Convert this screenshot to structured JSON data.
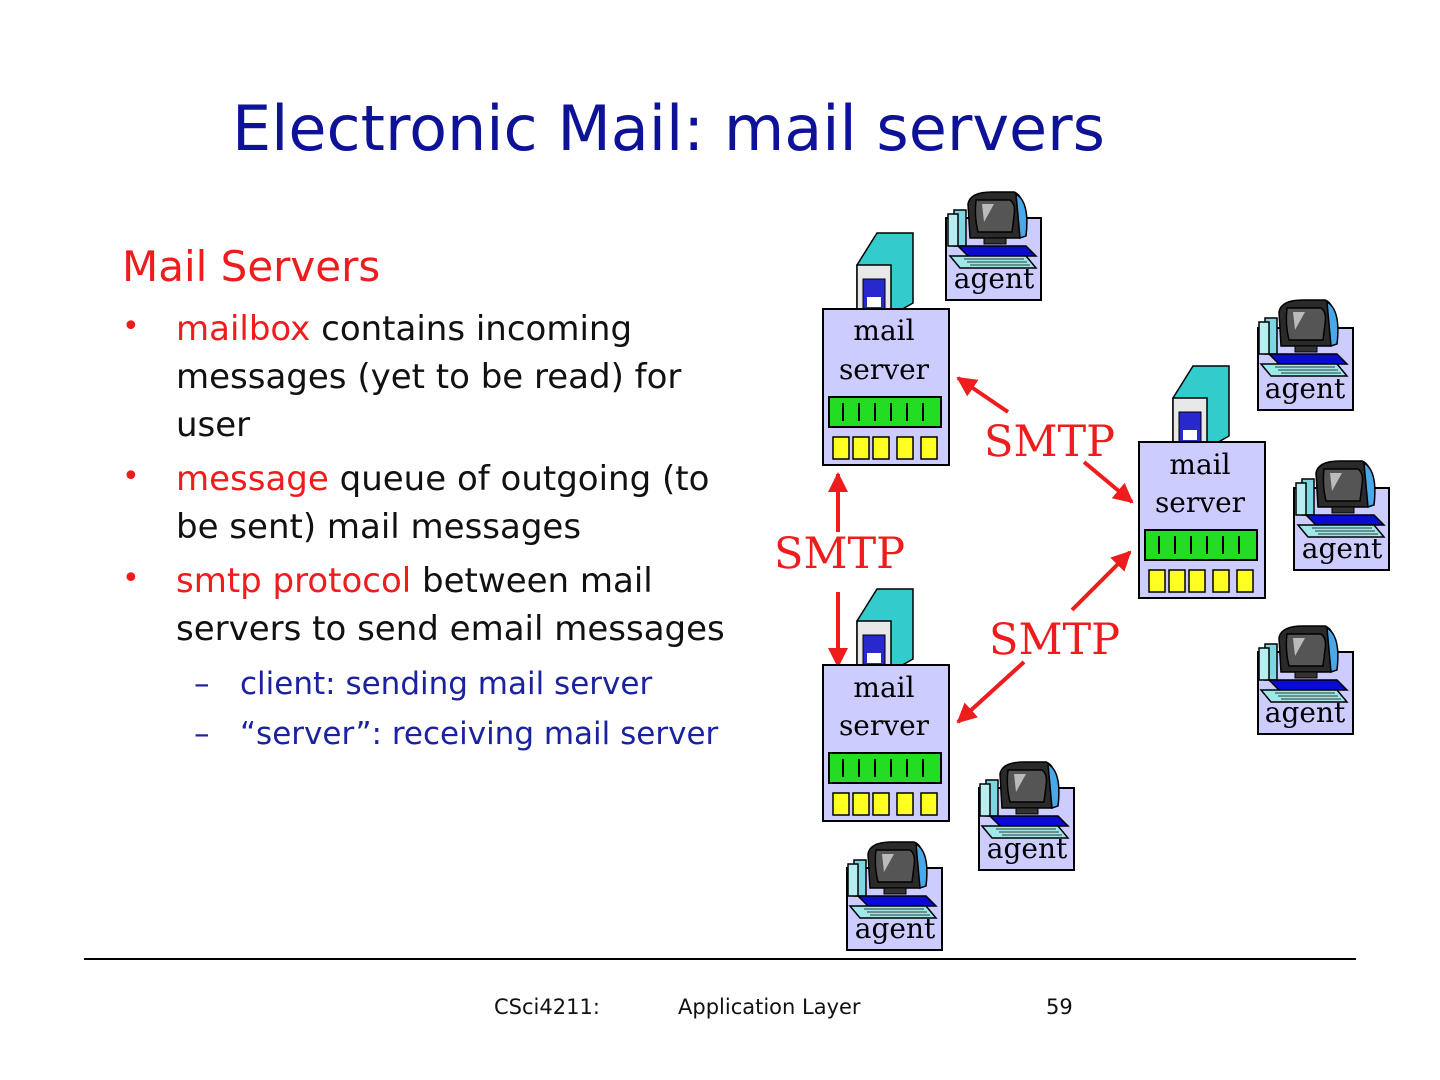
{
  "slide": {
    "title": "Electronic Mail: mail servers",
    "section_heading": "Mail Servers"
  },
  "bullets": [
    {
      "highlight": "mailbox",
      "text": " contains incoming messages (yet to be read) for user"
    },
    {
      "highlight": "message",
      "text": " queue of outgoing (to be sent) mail messages"
    },
    {
      "highlight": "smtp protocol",
      "text": " between mail servers to send email messages"
    }
  ],
  "sub_bullets": [
    {
      "marker": "–",
      "text": "client: sending mail server"
    },
    {
      "marker": "–",
      "text": "“server”: receiving mail server"
    }
  ],
  "diagram": {
    "servers": [
      {
        "label_line1": "mail",
        "label_line2": "server"
      },
      {
        "label_line1": "mail",
        "label_line2": "server"
      },
      {
        "label_line1": "mail",
        "label_line2": "server"
      }
    ],
    "agents": [
      "agent",
      "agent",
      "agent",
      "agent",
      "agent",
      "agent"
    ],
    "protocols": [
      "SMTP",
      "SMTP",
      "SMTP"
    ]
  },
  "footer": {
    "course": "CSci4211:",
    "topic": "Application Layer",
    "page": "59"
  },
  "colors": {
    "title": "#0d1296",
    "accent_red": "#ee1c1c",
    "sub_bullet": "#1a22a0",
    "server_box": "#ccccff",
    "server_tower": "#33cccc",
    "queue_green": "#22dd22",
    "mailbox_yellow": "#ffff22"
  }
}
